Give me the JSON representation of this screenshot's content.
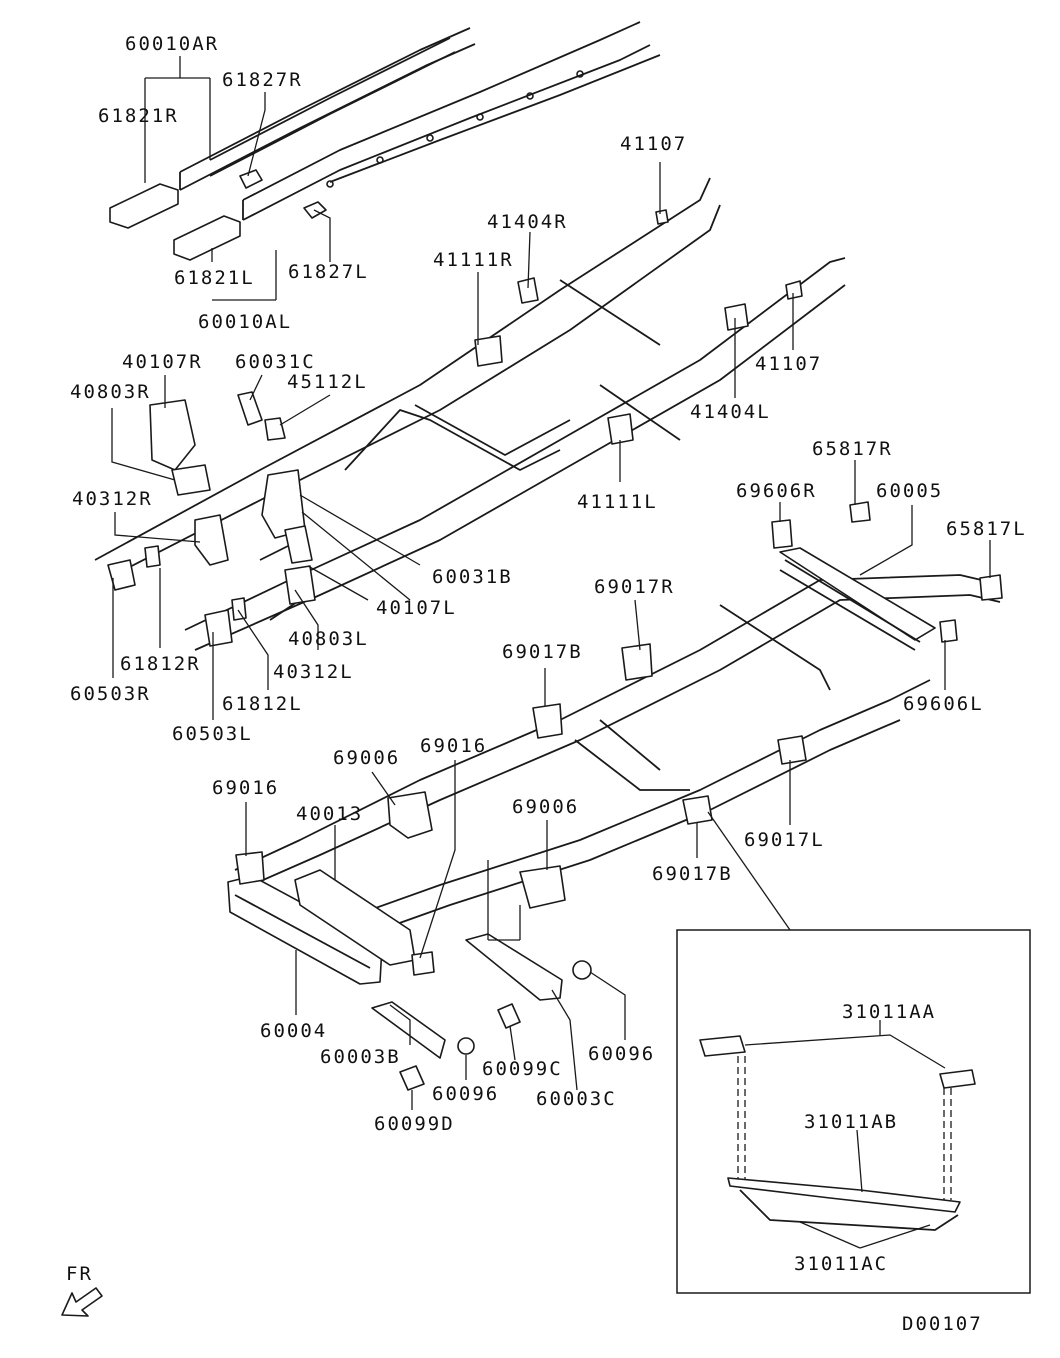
{
  "labels": {
    "p60010AR": "60010AR",
    "p61827R": "61827R",
    "p61821R": "61821R",
    "p61821L": "61821L",
    "p61827L": "61827L",
    "p60010AL": "60010AL",
    "p41107_top": "41107",
    "p41404R": "41404R",
    "p41111R": "41111R",
    "p41107_right": "41107",
    "p41404L": "41404L",
    "p40107R": "40107R",
    "p60031C": "60031C",
    "p45112L": "45112L",
    "p40803R": "40803R",
    "p41111L": "41111L",
    "p65817R": "65817R",
    "p69606R": "69606R",
    "p60005": "60005",
    "p65817L": "65817L",
    "p40312R": "40312R",
    "p60031B": "60031B",
    "p40107L": "40107L",
    "p69017R": "69017R",
    "p40803L": "40803L",
    "p61812R": "61812R",
    "p40312L": "40312L",
    "p69017B_top": "69017B",
    "p60503R": "60503R",
    "p61812L": "61812L",
    "p69606L": "69606L",
    "p60503L": "60503L",
    "p69006_top": "69006",
    "p69016_top": "69016",
    "p69016_left": "69016",
    "p40013": "40013",
    "p69006_mid": "69006",
    "p69017L": "69017L",
    "p69017B_bottom": "69017B",
    "p60004": "60004",
    "p60003B": "60003B",
    "p60099C": "60099C",
    "p60096_right": "60096",
    "p60096_left": "60096",
    "p60003C": "60003C",
    "p60099D": "60099D",
    "p31011AA": "31011AA",
    "p31011AB": "31011AB",
    "p31011AC": "31011AC"
  },
  "direction": {
    "label": "FR"
  },
  "diagram_code": "D00107"
}
